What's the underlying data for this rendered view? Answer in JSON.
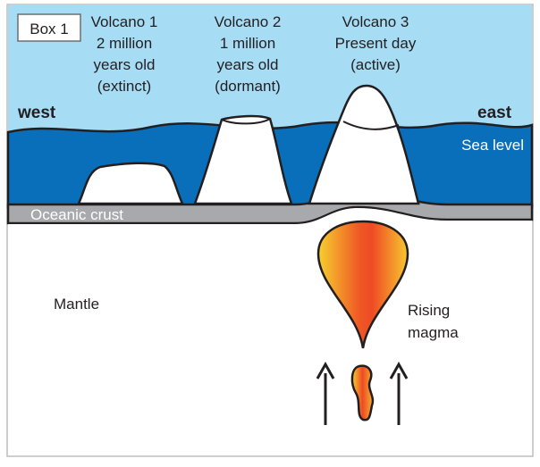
{
  "box_label": "Box 1",
  "volcanoes": [
    {
      "name": "Volcano 1",
      "age_line1": "2 million",
      "age_line2": "years old",
      "status": "(extinct)"
    },
    {
      "name": "Volcano 2",
      "age_line1": "1 million",
      "age_line2": "years old",
      "status": "(dormant)"
    },
    {
      "name": "Volcano 3",
      "age_line1": "Present day",
      "status": "(active)"
    }
  ],
  "directions": {
    "west": "west",
    "east": "east"
  },
  "sea_level_label": "Sea level",
  "crust_label": "Oceanic crust",
  "mantle_label": "Mantle",
  "magma_label_line1": "Rising",
  "magma_label_line2": "magma",
  "colors": {
    "sky": "#a6dcf4",
    "sea": "#0a6fba",
    "crust": "#a7a9ac",
    "outline": "#231f20",
    "magma_outer": "#f6d02f",
    "magma_inner": "#ef4a24"
  }
}
